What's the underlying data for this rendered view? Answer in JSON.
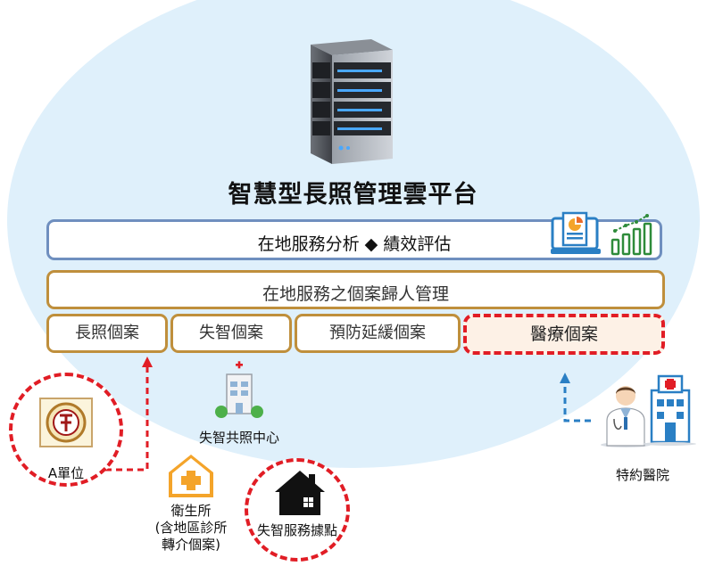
{
  "title": "智慧型長照管理雲平台",
  "analysis_bar": {
    "label": "在地服務分析 ◆ 績效評估"
  },
  "management_bar": {
    "label": "在地服務之個案歸人管理"
  },
  "case_boxes": [
    "長照個案",
    "失智個案",
    "預防延緩個案"
  ],
  "medical_case_box": {
    "label": "醫療個案"
  },
  "nodes": {
    "unit_a": "A單位",
    "dementia_center": "失智共照中心",
    "health_station_lines": [
      "衛生所",
      "(含地區診所",
      "轉介個案)"
    ],
    "dementia_point": "失智服務據點",
    "contract_hospital": "特約醫院"
  },
  "colors": {
    "cloud": "#dff0fb",
    "analysis_border": "#6f8fbf",
    "case_border": "#bf8f3c",
    "highlight_red": "#e11d25",
    "arrow_blue": "#2a7fc4",
    "health_orange": "#f4a42a",
    "chart_green": "#2e8b3a"
  },
  "icons": [
    "server-icon",
    "report-icon",
    "bar-chart-icon",
    "seal-icon",
    "clinic-icon",
    "medical-cross-icon",
    "house-icon",
    "doctor-icon",
    "hospital-icon"
  ]
}
